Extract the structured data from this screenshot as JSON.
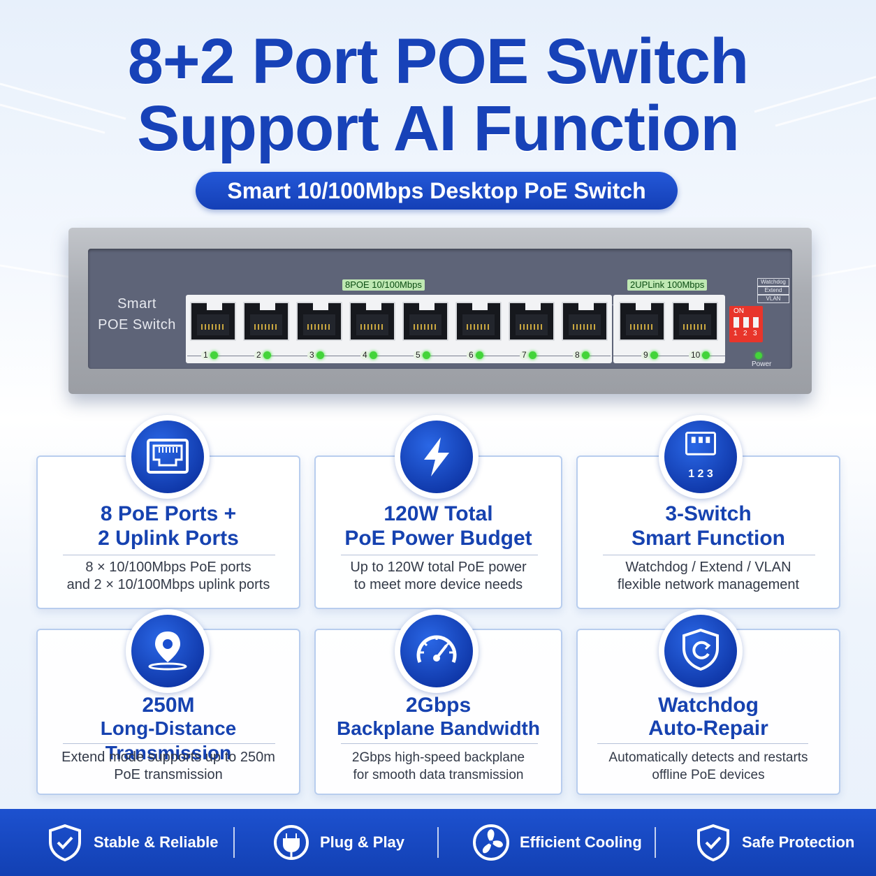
{
  "headline": {
    "line1": "8+2 Port POE Switch",
    "line2": "Support AI Function"
  },
  "subtitle": "Smart 10/100Mbps Desktop PoE Switch",
  "device": {
    "front_label_line1": "Smart",
    "front_label_line2": "POE Switch",
    "poe_group_label": "8POE 10/100Mbps",
    "uplink_group_label": "2UPLink 100Mbps",
    "port_numbers": [
      "1",
      "2",
      "3",
      "4",
      "5",
      "6",
      "7",
      "8",
      "9",
      "10"
    ],
    "dip_on_label": "ON",
    "dip_numbers": [
      "1",
      "2",
      "3"
    ],
    "dip_functions": [
      "Watchdog",
      "Extend",
      "VLAN"
    ],
    "power_label": "Power",
    "colors": {
      "body": "#a9acb2",
      "panel": "#5e6478",
      "led": "#43d43a",
      "dip": "#e8352b"
    }
  },
  "features": [
    {
      "icon": "ethernet-port-icon",
      "title1": "8 PoE Ports +",
      "title2": "2 Uplink Ports",
      "desc1": "8 × 10/100Mbps PoE ports",
      "desc2": "and 2 × 10/100Mbps uplink ports"
    },
    {
      "icon": "lightning-bolt-icon",
      "title1": "120W Total",
      "title2": "PoE Power Budget",
      "desc1": "Up to 120W total PoE power",
      "desc2": "to meet more device needs"
    },
    {
      "icon": "dip-switch-icon",
      "icon_text": "1 2 3",
      "title1": "3-Switch",
      "title2": "Smart Function",
      "desc1": "Watchdog / Extend / VLAN",
      "desc2": "flexible network management"
    },
    {
      "icon": "location-pin-icon",
      "title1": "250M",
      "title2": "Long-Distance Transmission",
      "desc1": "Extend mode supports up to 250m",
      "desc2": "PoE transmission"
    },
    {
      "icon": "speedometer-icon",
      "title1": "2Gbps",
      "title2": "Backplane Bandwidth",
      "desc1": "2Gbps high-speed backplane",
      "desc2": "for smooth data transmission"
    },
    {
      "icon": "shield-refresh-icon",
      "title1": "Watchdog",
      "title2": "Auto-Repair",
      "desc1": "Automatically detects and restarts",
      "desc2": "offline PoE devices"
    }
  ],
  "bottom_bar": [
    {
      "icon": "shield-check-icon",
      "label": "Stable & Reliable"
    },
    {
      "icon": "plug-icon",
      "label": "Plug & Play"
    },
    {
      "icon": "fan-icon",
      "label": "Efficient Cooling"
    },
    {
      "icon": "shield-check-icon",
      "label": "Safe Protection"
    }
  ],
  "colors": {
    "brand_blue": "#1742b8",
    "bar_blue": "#1d51cf",
    "card_border": "#b8cdee"
  }
}
